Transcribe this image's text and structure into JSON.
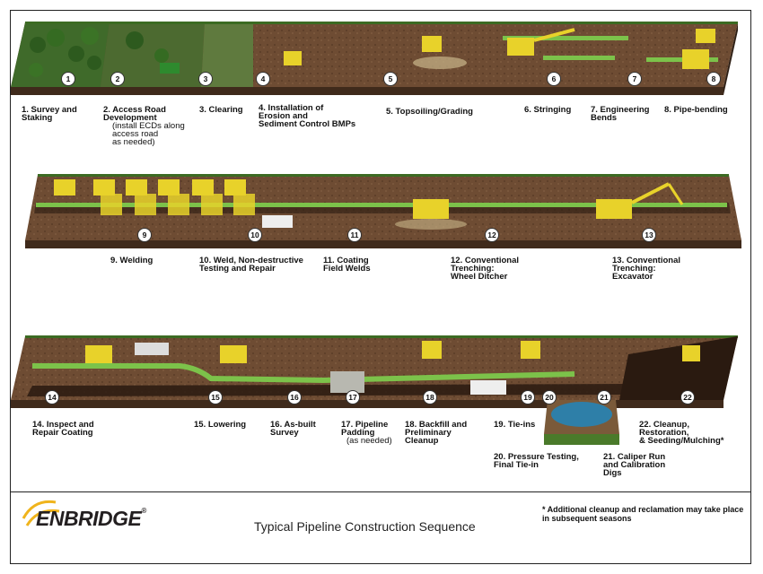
{
  "title": "Typical Pipeline Construction Sequence",
  "brand": "ENBRIDGE",
  "brand_mark": "®",
  "footnote": "* Additional cleanup and reclamation may take place in subsequent seasons",
  "colors": {
    "soil": "#6b4a32",
    "grass": "#4a7a2a",
    "pipe": "#7cc24a",
    "equipment": "#e8d22a",
    "trench": "#2a1a10"
  },
  "steps": [
    {
      "n": "1",
      "label": "1. Survey and\nStaking"
    },
    {
      "n": "2",
      "label": "2. Access Road\nDevelopment",
      "sub": "(install ECDs along\naccess road\nas needed)"
    },
    {
      "n": "3",
      "label": "3. Clearing"
    },
    {
      "n": "4",
      "label": "4. Installation of\nErosion and\nSediment Control BMPs"
    },
    {
      "n": "5",
      "label": "5. Topsoiling/Grading"
    },
    {
      "n": "6",
      "label": "6. Stringing"
    },
    {
      "n": "7",
      "label": "7. Engineering\nBends"
    },
    {
      "n": "8",
      "label": "8. Pipe-bending"
    },
    {
      "n": "9",
      "label": "9. Welding"
    },
    {
      "n": "10",
      "label": "10. Weld, Non-destructive\nTesting and Repair"
    },
    {
      "n": "11",
      "label": "11. Coating\nField Welds"
    },
    {
      "n": "12",
      "label": "12. Conventional\nTrenching:\nWheel Ditcher"
    },
    {
      "n": "13",
      "label": "13. Conventional\nTrenching:\nExcavator"
    },
    {
      "n": "14",
      "label": "14. Inspect and\nRepair Coating"
    },
    {
      "n": "15",
      "label": "15. Lowering"
    },
    {
      "n": "16",
      "label": "16. As-built\nSurvey"
    },
    {
      "n": "17",
      "label": "17. Pipeline\nPadding",
      "sub": "(as needed)"
    },
    {
      "n": "18",
      "label": "18. Backfill and\nPreliminary\nCleanup"
    },
    {
      "n": "19",
      "label": "19. Tie-ins"
    },
    {
      "n": "20",
      "label": "20. Pressure Testing,\nFinal Tie-in"
    },
    {
      "n": "21",
      "label": "21. Caliper Run\nand Calibration\nDigs"
    },
    {
      "n": "22",
      "label": "22. Cleanup,\nRestoration,\n& Seeding/Mulching*"
    }
  ]
}
